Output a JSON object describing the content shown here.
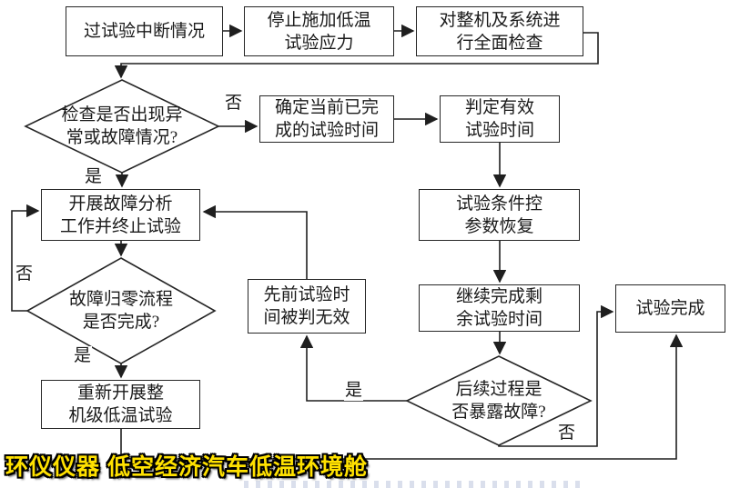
{
  "colors": {
    "line": "#1f1f1f",
    "box_border": "#262626",
    "banner_fill": "#ffe100",
    "banner_outline": "#000000"
  },
  "flowchart": {
    "boxes": [
      {
        "name": "test-interruption",
        "lines": [
          "过试验中断情况",
          ""
        ]
      },
      {
        "name": "stop-low-temp-stress",
        "lines": [
          "停止施加低温",
          "试验应力"
        ]
      },
      {
        "name": "full-inspection",
        "lines": [
          "对整机及系统进",
          "行全面检查"
        ]
      },
      {
        "name": "determine-completed-time",
        "lines": [
          "确定当前已完",
          "成的试验时间"
        ]
      },
      {
        "name": "judge-valid-time",
        "lines": [
          "判定有效",
          "试验时间"
        ]
      },
      {
        "name": "fault-analysis-terminate",
        "lines": [
          "开展故障分析",
          "工作并终止试验"
        ]
      },
      {
        "name": "restore-test-params",
        "lines": [
          "试验条件控",
          "参数恢复"
        ]
      },
      {
        "name": "previous-time-invalid",
        "lines": [
          "先前试验时",
          "间被判无效"
        ]
      },
      {
        "name": "continue-remaining-time",
        "lines": [
          "继续完成剩",
          "余试验时间"
        ]
      },
      {
        "name": "test-complete",
        "lines": [
          "试验完成",
          ""
        ]
      },
      {
        "name": "restart-machine-test",
        "lines": [
          "重新开展整",
          "机级低温试验"
        ]
      }
    ],
    "diamonds": [
      {
        "name": "check-anomaly",
        "lines": [
          "检查是否出现异",
          "常或故障情况?"
        ]
      },
      {
        "name": "fault-zeroing-done",
        "lines": [
          "故障归零流程",
          "是否完成?"
        ]
      },
      {
        "name": "later-fault-exposed",
        "lines": [
          "后续过程是",
          "否暴露故障?"
        ]
      }
    ],
    "labels": {
      "d1_no": "否",
      "d1_yes": "是",
      "d2_no": "否",
      "d2_yes": "是",
      "d3_yes": "是",
      "d3_no": "否"
    }
  },
  "banner": {
    "text": "环仪仪器 低空经济汽车低温环境舱"
  }
}
